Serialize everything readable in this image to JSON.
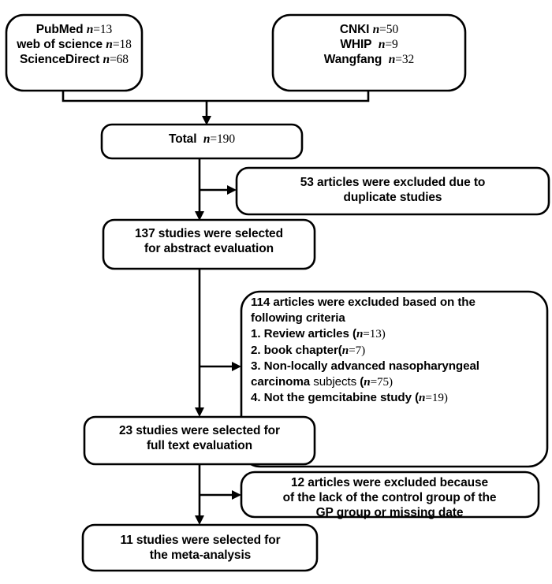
{
  "figure": {
    "title": "Study selection flow diagram",
    "type": "flowchart",
    "stroke_color": "#000000",
    "fill_color": "#ffffff"
  },
  "nodes": {
    "source_international": {
      "name": "international-databases-box",
      "lines": [
        {
          "label": "PubMed",
          "n": "13"
        },
        {
          "label": "web of science",
          "n": "18"
        },
        {
          "label": "ScienceDirect",
          "n": "68"
        }
      ]
    },
    "source_chinese": {
      "name": "chinese-databases-box",
      "lines": [
        {
          "label": "CNKI",
          "n": "50"
        },
        {
          "label": "WHIP",
          "n": "9"
        },
        {
          "label": "Wangfang",
          "n": "32"
        }
      ]
    },
    "total": {
      "name": "total-records-box",
      "label": "Total",
      "n": "190"
    },
    "excluded_duplicate": {
      "name": "excluded-duplicates-box",
      "line1": "53 articles were excluded due to",
      "line2": "duplicate studies",
      "count": "53"
    },
    "abstract_eval": {
      "name": "abstract-evaluation-box",
      "line1": "137 studies were selected",
      "line2": "for abstract evaluation",
      "count": "137"
    },
    "excluded_criteria": {
      "name": "excluded-criteria-box",
      "heading_line1": "114 articles were excluded based on the",
      "heading_line2": "following criteria",
      "count": "114",
      "criteria": [
        {
          "index": "1.",
          "text": "Review articles",
          "suffix_open": " (",
          "n": "13",
          "suffix_close": ")"
        },
        {
          "index": "2.",
          "text": "book chapter",
          "suffix_open": "(",
          "n": "7",
          "suffix_close": ")"
        },
        {
          "index": "3.",
          "text": "Non-locally advanced nasopharyngeal",
          "text_line2_bold": "carcinoma",
          "text_line2_regular": "subjects",
          "suffix_open": " (",
          "n": "75",
          "suffix_close": ")"
        },
        {
          "index": "4.",
          "text": "Not the gemcitabine study",
          "suffix_open": " (",
          "n": "19",
          "suffix_close": ")"
        }
      ]
    },
    "fulltext_eval": {
      "name": "fulltext-evaluation-box",
      "line1": "23 studies were selected for",
      "line2": "full text evaluation",
      "count": "23"
    },
    "excluded_control": {
      "name": "excluded-control-group-box",
      "line1": "12 articles were excluded because",
      "line2": "of  the lack of the  control group of the",
      "line3": "GP group  or missing date",
      "count": "12"
    },
    "final_meta": {
      "name": "final-included-box",
      "line1": "11 studies were selected for",
      "line2": "the meta-analysis",
      "count": "11"
    }
  },
  "flow": {
    "steps": [
      {
        "from": "source_international",
        "to": "total"
      },
      {
        "from": "source_chinese",
        "to": "total"
      },
      {
        "from": "total",
        "to": "abstract_eval"
      },
      {
        "from": "total",
        "to": "excluded_duplicate",
        "direction": "right"
      },
      {
        "from": "abstract_eval",
        "to": "fulltext_eval"
      },
      {
        "from": "abstract_eval",
        "to": "excluded_criteria",
        "direction": "right"
      },
      {
        "from": "fulltext_eval",
        "to": "final_meta"
      },
      {
        "from": "fulltext_eval",
        "to": "excluded_control",
        "direction": "right"
      }
    ]
  }
}
